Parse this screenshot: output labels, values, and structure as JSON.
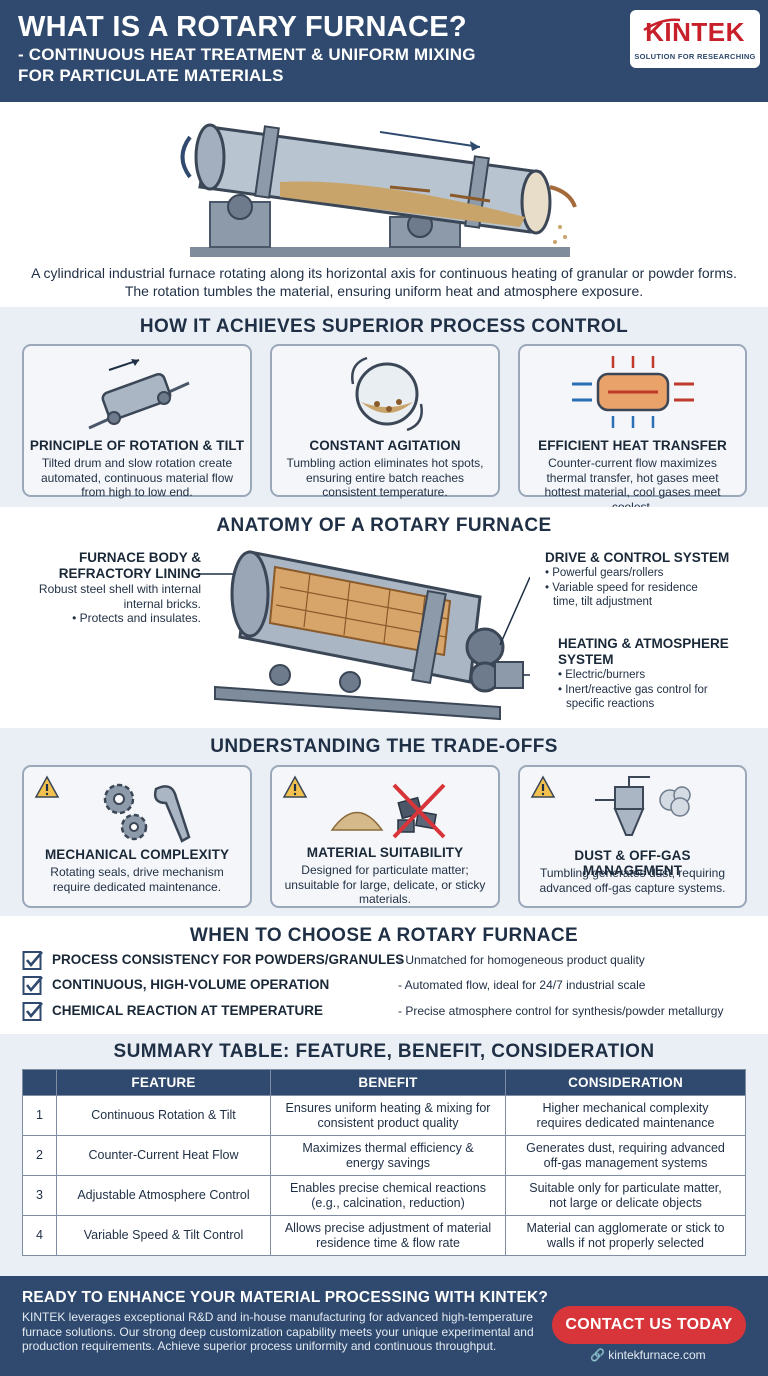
{
  "header": {
    "title": "WHAT IS A ROTARY FURNACE?",
    "subtitle_line1": "- CONTINUOUS HEAT TREATMENT & UNIFORM MIXING",
    "subtitle_line2": "FOR PARTICULATE MATERIALS"
  },
  "logo": {
    "name": "KINTEK",
    "tagline": "SOLUTION FOR RESEARCHING"
  },
  "intro": "A cylindrical industrial furnace rotating along its horizontal axis for continuous heating of granular or powder forms. The rotation tumbles the material, ensuring uniform heat and atmosphere exposure.",
  "process_control": {
    "title": "HOW IT ACHIEVES SUPERIOR PROCESS CONTROL",
    "cards": [
      {
        "title": "PRINCIPLE OF ROTATION & TILT",
        "desc": "Tilted drum and slow rotation create automated, continuous material flow from high to low end."
      },
      {
        "title": "CONSTANT AGITATION",
        "desc": "Tumbling action eliminates hot spots, ensuring entire batch reaches consistent temperature."
      },
      {
        "title": "EFFICIENT HEAT TRANSFER",
        "desc": "Counter-current flow maximizes thermal transfer, hot gases meet hottest material, cool gases meet coolest."
      }
    ]
  },
  "anatomy": {
    "title": "ANATOMY OF A ROTARY FURNACE",
    "body_title_1": "FURNACE BODY &",
    "body_title_2": "REFRACTORY LINING",
    "body_desc_1": "Robust steel shell with internal",
    "body_desc_2": "internal bricks.",
    "body_desc_3": "• Protects and insulates.",
    "drive_title": "DRIVE & CONTROL SYSTEM",
    "drive_items": [
      "• Powerful gears/rollers",
      "• Variable speed for residence",
      "  time, tilt adjustment"
    ],
    "heating_title_1": "HEATING & ATMOSPHERE",
    "heating_title_2": "SYSTEM",
    "heating_items": [
      "• Electric/burners",
      "• Inert/reactive gas control for",
      "  specific reactions"
    ]
  },
  "tradeoffs": {
    "title": "UNDERSTANDING THE TRADE-OFFS",
    "cards": [
      {
        "title": "MECHANICAL COMPLEXITY",
        "desc": "Rotating seals, drive mechanism require dedicated maintenance."
      },
      {
        "title": "MATERIAL SUITABILITY",
        "desc": "Designed for particulate matter; unsuitable for large, delicate, or sticky materials."
      },
      {
        "title": "DUST & OFF-GAS MANAGEMENT",
        "desc": "Tumbling generates dust, requiring advanced off-gas capture systems."
      }
    ]
  },
  "choose": {
    "title": "WHEN TO CHOOSE A ROTARY FURNACE",
    "items": [
      {
        "label": "PROCESS CONSISTENCY FOR POWDERS/GRANULES",
        "detail": "- Unmatched for homogeneous product quality"
      },
      {
        "label": "CONTINUOUS, HIGH-VOLUME OPERATION",
        "detail": "- Automated flow, ideal for 24/7 industrial scale"
      },
      {
        "label": "CHEMICAL REACTION AT TEMPERATURE",
        "detail": "- Precise atmosphere control for synthesis/powder metallurgy"
      }
    ]
  },
  "summary": {
    "title": "SUMMARY TABLE: FEATURE, BENEFIT, CONSIDERATION",
    "headers": [
      "",
      "FEATURE",
      "BENEFIT",
      "CONSIDERATION"
    ],
    "rows": [
      {
        "num": "1",
        "feature": "Continuous Rotation & Tilt",
        "benefit_1": "Ensures uniform heating & mixing for",
        "benefit_2": "consistent product quality",
        "consideration_1": "Higher mechanical complexity",
        "consideration_2": "requires dedicated maintenance"
      },
      {
        "num": "2",
        "feature": "Counter-Current Heat Flow",
        "benefit_1": "Maximizes thermal efficiency &",
        "benefit_2": "energy savings",
        "consideration_1": "Generates dust, requiring advanced",
        "consideration_2": "off-gas management systems"
      },
      {
        "num": "3",
        "feature": "Adjustable Atmosphere Control",
        "benefit_1": "Enables precise chemical reactions",
        "benefit_2": "(e.g., calcination, reduction)",
        "consideration_1": "Suitable only for particulate matter,",
        "consideration_2": "not large or delicate objects"
      },
      {
        "num": "4",
        "feature": "Variable Speed & Tilt Control",
        "benefit_1": "Allows precise adjustment of material",
        "benefit_2": "residence time & flow rate",
        "consideration_1": "Material can agglomerate or stick to",
        "consideration_2": "walls if not properly selected"
      }
    ]
  },
  "footer": {
    "title": "READY TO ENHANCE YOUR MATERIAL PROCESSING WITH KINTEK?",
    "desc": "KINTEK leverages exceptional R&D and in-house manufacturing for advanced high-temperature furnace solutions. Our strong deep customization capability meets your unique experimental and production requirements. Achieve superior process uniformity and continuous throughput.",
    "cta": "CONTACT US TODAY",
    "site": "🔗 kintekfurnace.com"
  },
  "colors": {
    "navy": "#2f4a6e",
    "red": "#d7353a",
    "band": "#eaeff5",
    "warning": "#f2c14e"
  }
}
